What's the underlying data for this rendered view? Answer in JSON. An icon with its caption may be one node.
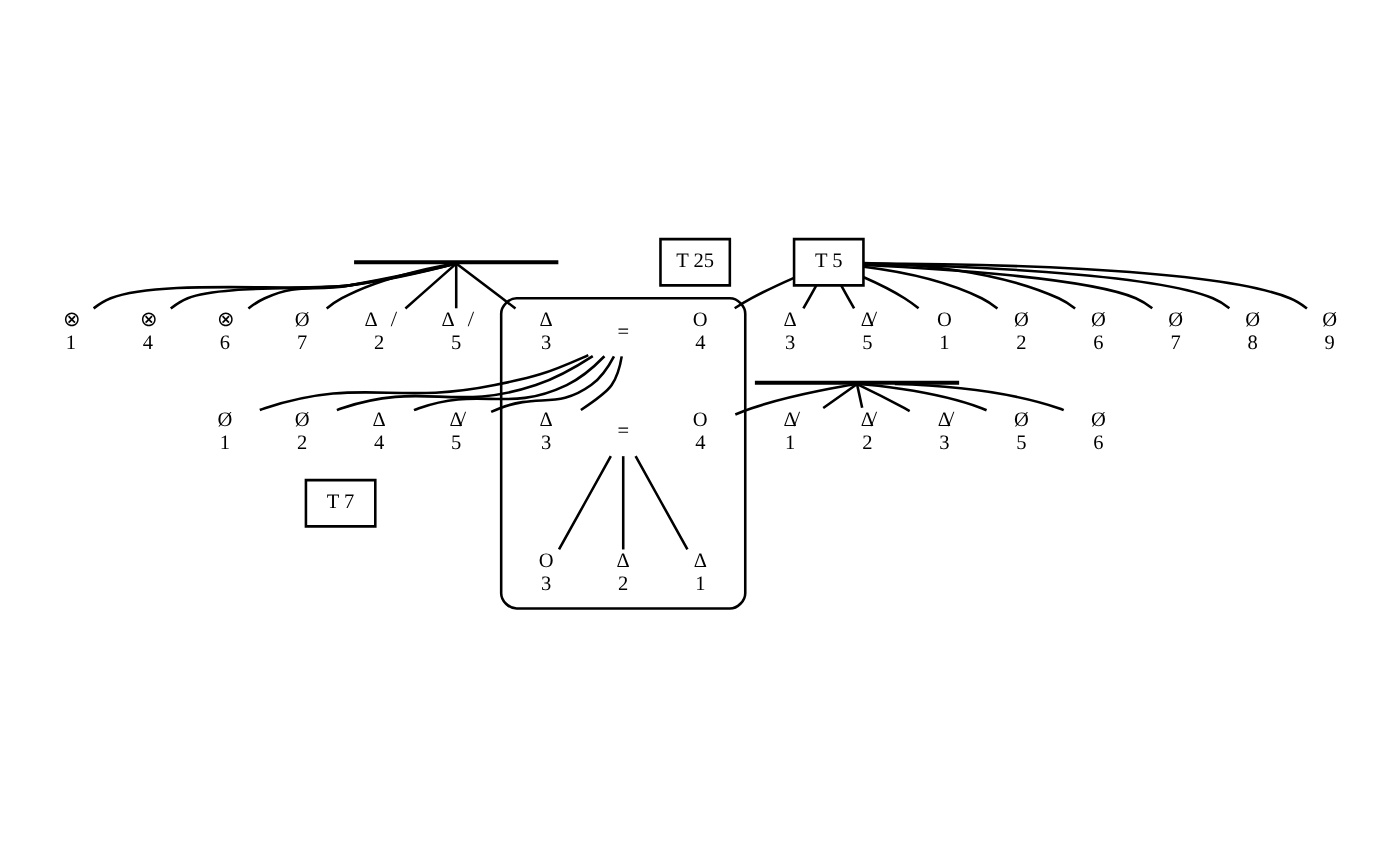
{
  "diagram": {
    "nodes": [
      {
        "text": [],
        "shape": "outline"
      },
      {
        "text": [
          "T 5"
        ]
      },
      {
        "text": [
          "T 25"
        ]
      },
      {
        "text": [],
        "shape": "bar"
      },
      {
        "text": [
          "⊗",
          "1"
        ]
      },
      {
        "text": [
          "⊗",
          "4"
        ]
      },
      {
        "text": [
          "⊗",
          "6"
        ]
      },
      {
        "text": [
          "Ø",
          "7"
        ]
      },
      {
        "text": [
          "Δ⃥̸",
          "2"
        ]
      },
      {
        "text": [
          "Δ⃥̸",
          "5"
        ]
      },
      {
        "text": [
          "Δ",
          "3"
        ],
        "in": 0
      },
      {
        "text": [
          "="
        ],
        "in": 0
      },
      {
        "text": [
          "O",
          "4"
        ],
        "in": 0
      },
      {
        "text": [
          "Δ",
          "3"
        ]
      },
      {
        "text": [
          "Δ̸",
          "5"
        ]
      },
      {
        "text": [
          "O",
          "1"
        ]
      },
      {
        "text": [
          "Ø",
          "2"
        ]
      },
      {
        "text": [
          "Ø",
          "6"
        ]
      },
      {
        "text": [
          "Ø",
          "7"
        ]
      },
      {
        "text": [
          "Ø",
          "8"
        ]
      },
      {
        "text": [
          "Ø",
          "9"
        ]
      },
      {
        "text": [],
        "shape": "bar"
      },
      {
        "text": [
          "Ø",
          "1"
        ]
      },
      {
        "text": [
          "Ø",
          "2"
        ]
      },
      {
        "text": [
          "Δ",
          "4"
        ]
      },
      {
        "text": [
          "Δ̸",
          "5"
        ]
      },
      {
        "text": [
          "Δ",
          "3"
        ],
        "in": 0
      },
      {
        "text": [
          "="
        ],
        "in": 0
      },
      {
        "text": [
          "O",
          "4"
        ],
        "in": 0
      },
      {
        "text": [
          "Δ̸",
          "1"
        ]
      },
      {
        "text": [
          "Δ̸",
          "2"
        ]
      },
      {
        "text": [
          "Δ̸",
          "3"
        ]
      },
      {
        "text": [
          "Ø",
          "5"
        ]
      },
      {
        "text": [
          "Ø",
          "6"
        ]
      },
      {
        "text": [
          "T 7"
        ]
      },
      {
        "text": [
          "O",
          "3"
        ],
        "in": 0
      },
      {
        "text": [
          "Δ",
          "2"
        ],
        "in": 0
      },
      {
        "text": [
          "Δ",
          "1"
        ],
        "in": 0
      }
    ],
    "edges": [
      {
        "from": 3,
        "to": 4,
        "arrow": "none"
      },
      {
        "from": 3,
        "to": 5,
        "arrow": "none"
      },
      {
        "from": 3,
        "to": 6,
        "arrow": "none"
      },
      {
        "from": 3,
        "to": 7,
        "arrow": "none"
      },
      {
        "from": 3,
        "to": 8,
        "arrow": "none"
      },
      {
        "from": 3,
        "to": 9,
        "arrow": "none"
      },
      {
        "from": 3,
        "to": 10,
        "arrow": "none"
      },
      {
        "from": 1,
        "to": 12,
        "arrow": "none"
      },
      {
        "from": 1,
        "to": 13,
        "arrow": "none"
      },
      {
        "from": 1,
        "to": 14,
        "arrow": "none"
      },
      {
        "from": 1,
        "to": 15,
        "arrow": "none"
      },
      {
        "from": 1,
        "to": 16,
        "arrow": "none"
      },
      {
        "from": 1,
        "to": 17,
        "arrow": "none"
      },
      {
        "from": 1,
        "to": 18,
        "arrow": "none"
      },
      {
        "from": 1,
        "to": 19,
        "arrow": "none"
      },
      {
        "from": 1,
        "to": 20,
        "arrow": "none"
      },
      {
        "from": 11,
        "to": 22,
        "arrow": "none"
      },
      {
        "from": 11,
        "to": 23,
        "arrow": "none"
      },
      {
        "from": 11,
        "to": 24,
        "arrow": "none"
      },
      {
        "from": 11,
        "to": 25,
        "arrow": "none"
      },
      {
        "from": 11,
        "to": 26,
        "arrow": "none"
      },
      {
        "from": 21,
        "to": 28,
        "arrow": "none"
      },
      {
        "from": 21,
        "to": 29,
        "arrow": "none"
      },
      {
        "from": 21,
        "to": 30,
        "arrow": "none"
      },
      {
        "from": 21,
        "to": 31,
        "arrow": "none"
      },
      {
        "from": 21,
        "to": 32,
        "arrow": "none"
      },
      {
        "from": 21,
        "to": 33,
        "arrow": "none"
      },
      {
        "from": 27,
        "to": 35,
        "arrow": "none"
      },
      {
        "from": 27,
        "to": 36,
        "arrow": "none"
      },
      {
        "from": 27,
        "to": 37,
        "arrow": "none"
      }
    ]
  }
}
